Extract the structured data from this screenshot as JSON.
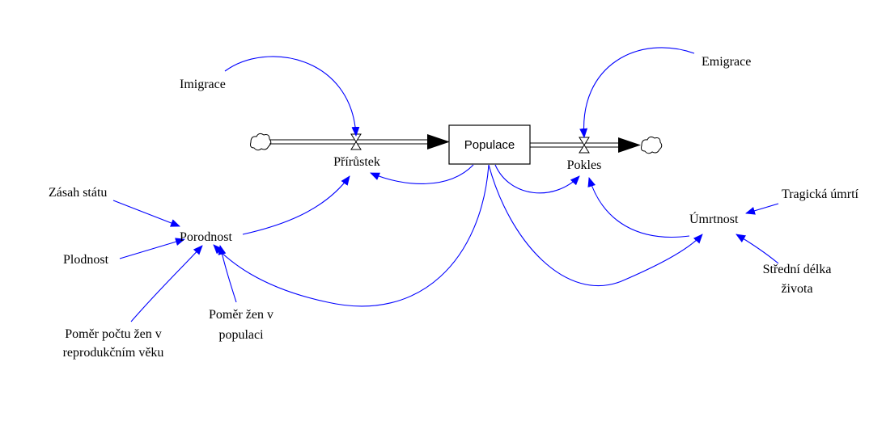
{
  "diagram": {
    "stock": "Populace",
    "flows": {
      "inflow": "Přírůstek",
      "outflow": "Pokles"
    },
    "variables": {
      "imigrace": "Imigrace",
      "emigrace": "Emigrace",
      "porodnost": "Porodnost",
      "umrtnost": "Úmrtnost",
      "zasah_statu": "Zásah státu",
      "plodnost": "Plodnost",
      "pomer_poctu_zen_line1": "Poměr počtu žen v",
      "pomer_poctu_zen_line2": "reprodukčním věku",
      "pomer_zen_line1": "Poměr žen v",
      "pomer_zen_line2": "populaci",
      "tragicka_umrti": "Tragická úmrtí",
      "stredni_delka_line1": "Střední délka",
      "stredni_delka_line2": "života"
    },
    "colors": {
      "link": "#0000ff",
      "pipe": "#000000"
    }
  }
}
